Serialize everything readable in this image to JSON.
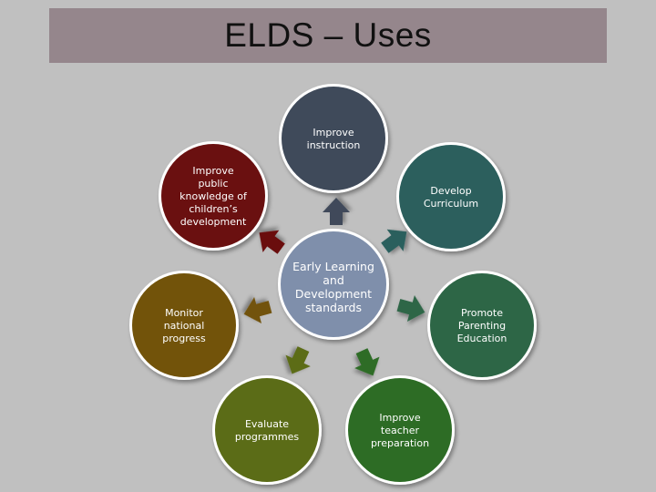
{
  "title": "ELDS – Uses",
  "center": {
    "label": [
      "Early Learning",
      "and",
      "Development",
      "standards"
    ],
    "color": "#7f8fab"
  },
  "nodes": [
    {
      "id": "improve-instruction",
      "label": [
        "Improve",
        "instruction"
      ],
      "color": "#3f4a5a",
      "arrow_color": "#3f4a5a"
    },
    {
      "id": "develop-curriculum",
      "label": [
        "Develop",
        "Curriculum"
      ],
      "color": "#2c5f5d",
      "arrow_color": "#2c5f5d"
    },
    {
      "id": "promote-parenting-education",
      "label": [
        "Promote",
        "Parenting",
        "Education"
      ],
      "color": "#2d6646",
      "arrow_color": "#2d6646"
    },
    {
      "id": "improve-teacher-preparation",
      "label": [
        "Improve",
        "teacher",
        "preparation"
      ],
      "color": "#2d6c25",
      "arrow_color": "#2d6c25"
    },
    {
      "id": "evaluate-programmes",
      "label": [
        "Evaluate",
        "programmes"
      ],
      "color": "#5b6c17",
      "arrow_color": "#5b6c17"
    },
    {
      "id": "monitor-national-progress",
      "label": [
        "Monitor",
        "national",
        "progress"
      ],
      "color": "#72530a",
      "arrow_color": "#72530a"
    },
    {
      "id": "improve-public-knowledge",
      "label": [
        "Improve",
        "public",
        "knowledge of",
        "children’s",
        "development"
      ],
      "color": "#6a1010",
      "arrow_color": "#6a1010"
    }
  ]
}
